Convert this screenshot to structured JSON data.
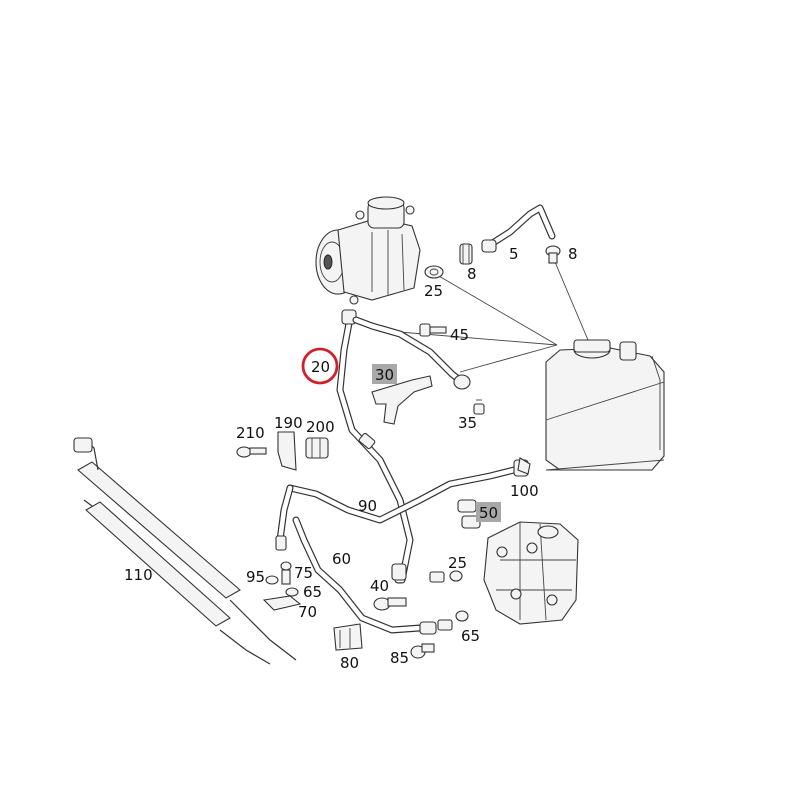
{
  "diagram": {
    "highlight_color": "#d0202a",
    "badge_color": "#a8a8a8",
    "callouts": {
      "c8a": "8",
      "c5": "5",
      "c8b": "8",
      "c25a": "25",
      "c45": "45",
      "c20": "20",
      "c30": "30",
      "c35": "35",
      "c210": "210",
      "c190": "190",
      "c200": "200",
      "c90": "90",
      "c100": "100",
      "c50": "50",
      "c110": "110",
      "c60": "60",
      "c25b": "25",
      "c95": "95",
      "c75": "75",
      "c65a": "65",
      "c70": "70",
      "c40": "40",
      "c65b": "65",
      "c80": "80",
      "c85": "85"
    },
    "highlighted_part": "20",
    "badged_parts": [
      "30",
      "50"
    ]
  }
}
